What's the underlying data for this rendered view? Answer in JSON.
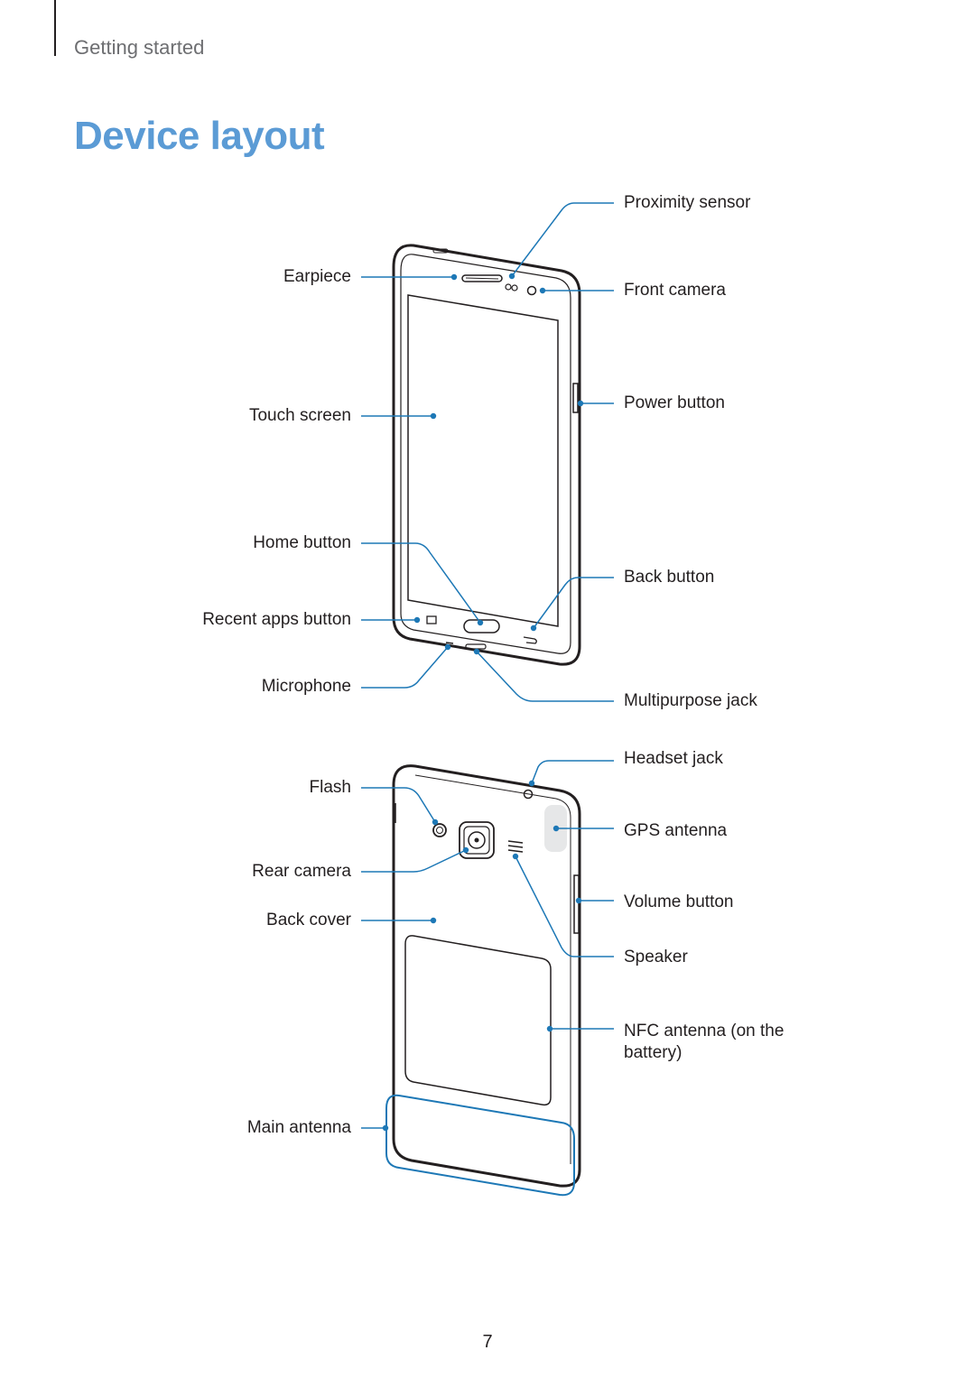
{
  "header": {
    "section": "Getting started",
    "title": "Device layout"
  },
  "labels": {
    "proximity_sensor": "Proximity sensor",
    "earpiece": "Earpiece",
    "front_camera": "Front camera",
    "touch_screen": "Touch screen",
    "power_button": "Power button",
    "home_button": "Home button",
    "back_button": "Back button",
    "recent_apps_button": "Recent apps button",
    "microphone": "Microphone",
    "multipurpose_jack": "Multipurpose jack",
    "headset_jack": "Headset jack",
    "flash": "Flash",
    "gps_antenna": "GPS antenna",
    "rear_camera": "Rear camera",
    "volume_button": "Volume button",
    "back_cover": "Back cover",
    "speaker": "Speaker",
    "nfc_antenna_line1": "NFC antenna (on the",
    "nfc_antenna_line2": "battery)",
    "main_antenna": "Main antenna"
  },
  "colors": {
    "title": "#5b9bd5",
    "callout": "#1d78b6",
    "outline": "#231f20"
  },
  "footer": {
    "page_number": "7"
  }
}
